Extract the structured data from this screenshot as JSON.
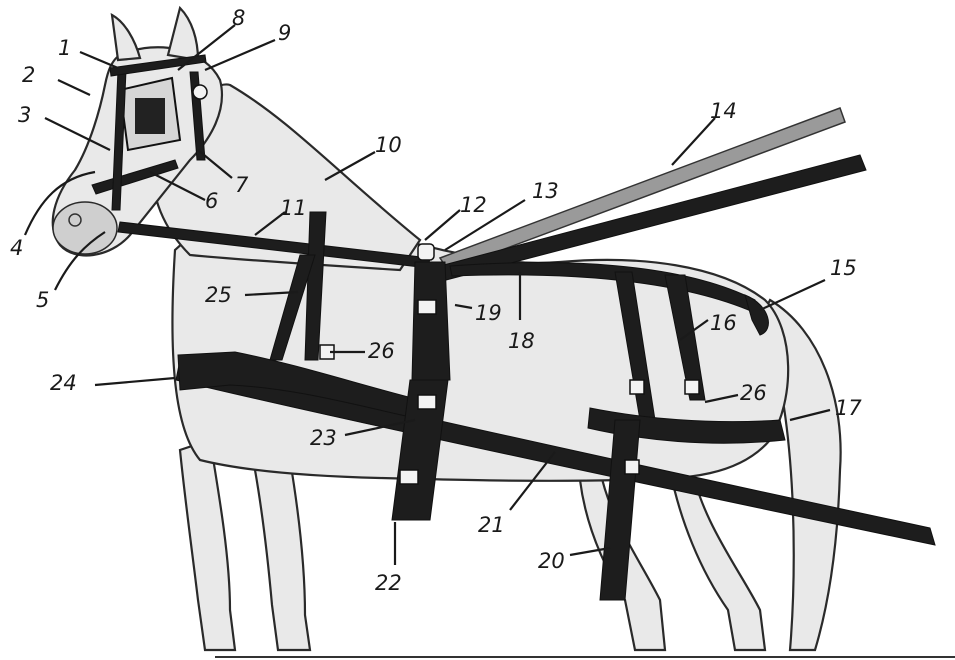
{
  "callouts": [
    {
      "id": "c1",
      "text": "1"
    },
    {
      "id": "c2",
      "text": "2"
    },
    {
      "id": "c3",
      "text": "3"
    },
    {
      "id": "c4",
      "text": "4"
    },
    {
      "id": "c5",
      "text": "5"
    },
    {
      "id": "c6",
      "text": "6"
    },
    {
      "id": "c7",
      "text": "7"
    },
    {
      "id": "c8",
      "text": "8"
    },
    {
      "id": "c9",
      "text": "9"
    },
    {
      "id": "c10",
      "text": "10"
    },
    {
      "id": "c11",
      "text": "11"
    },
    {
      "id": "c12",
      "text": "12"
    },
    {
      "id": "c13",
      "text": "13"
    },
    {
      "id": "c14",
      "text": "14"
    },
    {
      "id": "c15",
      "text": "15"
    },
    {
      "id": "c16",
      "text": "16"
    },
    {
      "id": "c17",
      "text": "17"
    },
    {
      "id": "c18",
      "text": "18"
    },
    {
      "id": "c19",
      "text": "19"
    },
    {
      "id": "c20",
      "text": "20"
    },
    {
      "id": "c21",
      "text": "21"
    },
    {
      "id": "c22",
      "text": "22"
    },
    {
      "id": "c23",
      "text": "23"
    },
    {
      "id": "c24",
      "text": "24"
    },
    {
      "id": "c25",
      "text": "25"
    },
    {
      "id": "c26a",
      "text": "26"
    },
    {
      "id": "c26b",
      "text": "26"
    }
  ],
  "colors": {
    "ink": "#1a1a1a",
    "horse": "#e9e9e9",
    "harness": "#1d1d1d",
    "shaft": "#9a9a9a"
  }
}
